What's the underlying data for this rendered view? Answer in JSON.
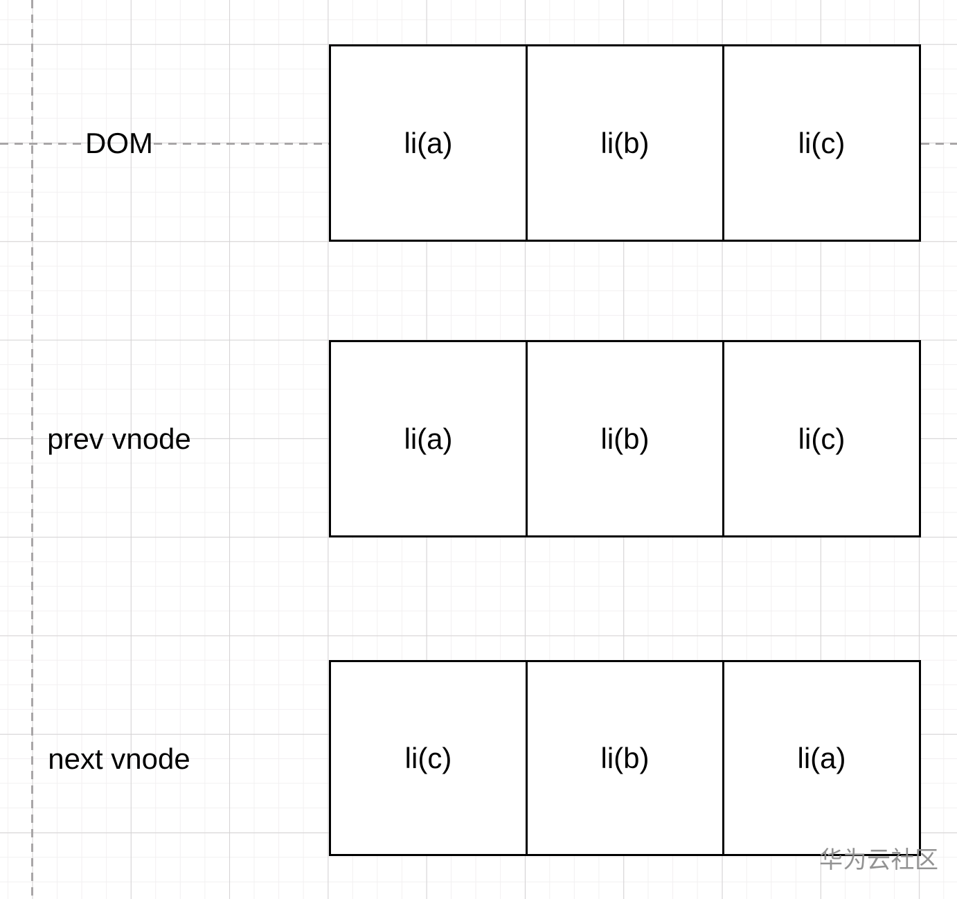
{
  "diagram": {
    "rows": [
      {
        "label": "DOM",
        "cells": [
          "li(a)",
          "li(b)",
          "li(c)"
        ]
      },
      {
        "label": "prev vnode",
        "cells": [
          "li(a)",
          "li(b)",
          "li(c)"
        ]
      },
      {
        "label": "next vnode",
        "cells": [
          "li(c)",
          "li(b)",
          "li(a)"
        ]
      }
    ]
  },
  "watermark": {
    "text": "华为云社区"
  },
  "colors": {
    "box_border": "#000000",
    "box_fill": "#ffffff",
    "dashed_guide": "#a8a6a7",
    "grid_major": "#d4d2d3",
    "grid_minor": "#f2f0f1",
    "watermark": "#8c8c8c",
    "text": "#000000"
  }
}
